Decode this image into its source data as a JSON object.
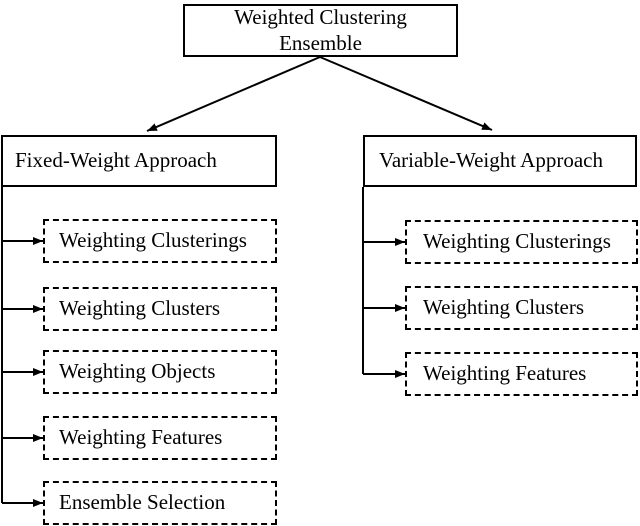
{
  "colors": {
    "ink": "#000000",
    "paper": "#ffffff"
  },
  "tree": {
    "root": {
      "label": "Weighted Clustering Ensemble"
    },
    "branches": [
      {
        "label": "Fixed-Weight Approach",
        "children": [
          {
            "label": "Weighting Clusterings"
          },
          {
            "label": "Weighting Clusters"
          },
          {
            "label": "Weighting Objects"
          },
          {
            "label": "Weighting Features"
          },
          {
            "label": "Ensemble Selection"
          }
        ]
      },
      {
        "label": "Variable-Weight Approach",
        "children": [
          {
            "label": "Weighting Clusterings"
          },
          {
            "label": "Weighting Clusters"
          },
          {
            "label": "Weighting Features"
          }
        ]
      }
    ]
  }
}
